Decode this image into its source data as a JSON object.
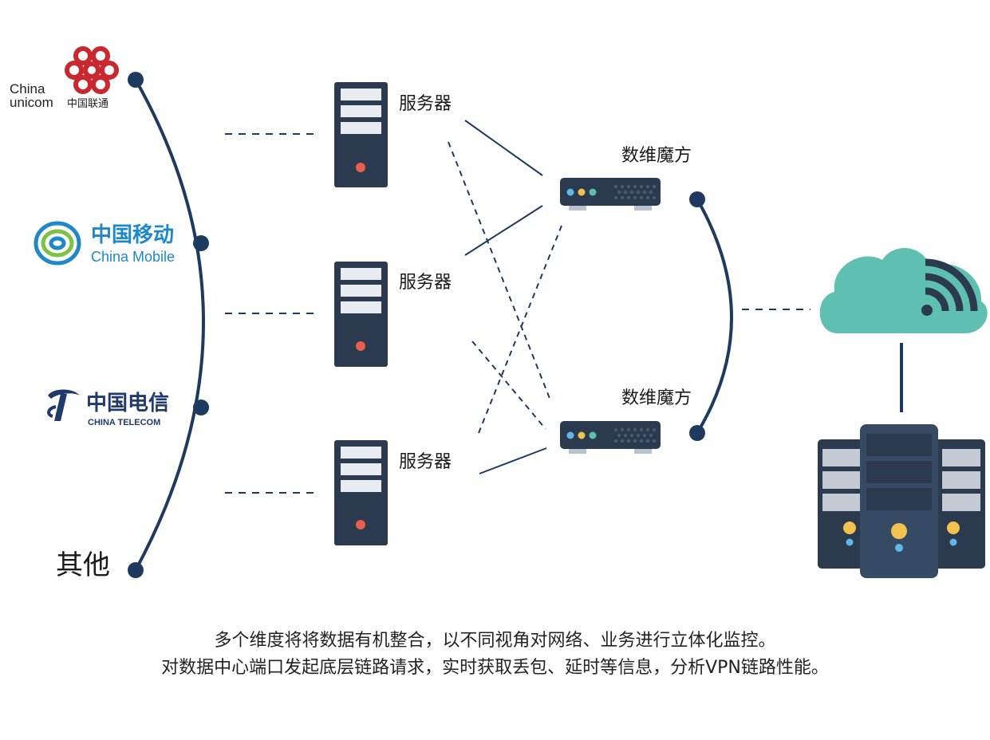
{
  "carriers": [
    {
      "name_en_line1": "China",
      "name_en_line2": "unicom",
      "name_cn": "中国联通"
    },
    {
      "name_cn": "中国移动",
      "name_en": "China Mobile"
    },
    {
      "name_cn": "中国电信",
      "name_en": "CHINA TELECOM"
    },
    {
      "name_cn": "其他"
    }
  ],
  "servers": [
    {
      "label": "服务器"
    },
    {
      "label": "服务器"
    },
    {
      "label": "服务器"
    }
  ],
  "devices": [
    {
      "label": "数维魔方"
    },
    {
      "label": "数维魔方"
    }
  ],
  "caption": {
    "line1": "多个维度将将数据有机整合，以不同视角对网络、业务进行立体化监控。",
    "line2": "对数据中心端口发起底层链路请求，实时获取丢包、延时等信息，分析VPN链路性能。"
  },
  "colors": {
    "navy": "#1f3a5f",
    "server_body": "#2b3a4f",
    "cloud": "#5fbfb0",
    "unicom_red": "#c8282e",
    "mobile_blue": "#1e88c9",
    "telecom_navy": "#1f3a6b",
    "led_red": "#e8604c",
    "led_blue": "#5fb7e6",
    "led_yellow": "#f2c14e",
    "led_green": "#5fbfa8"
  }
}
